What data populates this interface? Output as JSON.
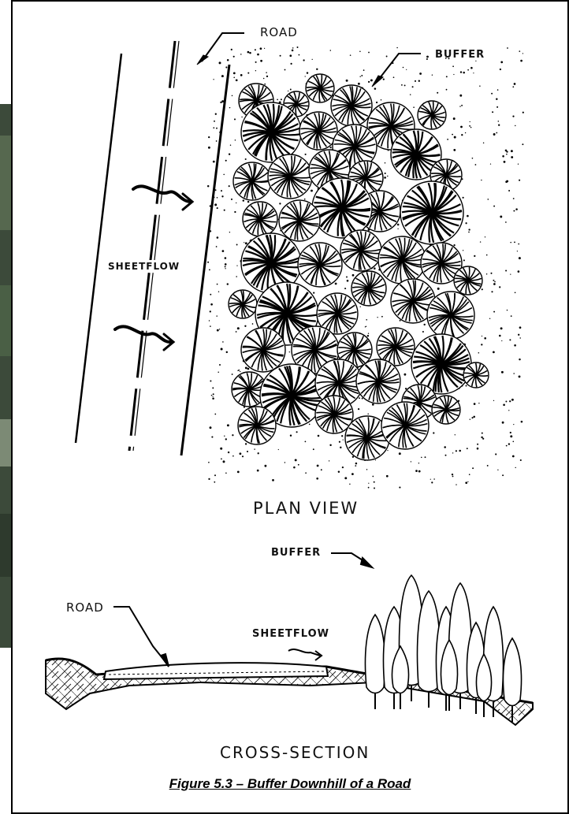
{
  "plan_view": {
    "road_label": "ROAD",
    "buffer_label": "BUFFER",
    "sheetflow_label": "SHEETFLOW",
    "title": "PLAN VIEW"
  },
  "cross_section": {
    "buffer_label": "BUFFER",
    "road_label": "ROAD",
    "sheetflow_label": "SHEETFLOW",
    "title": "CROSS-SECTION"
  },
  "caption": "Figure 5.3 – Buffer Downhill of a Road"
}
